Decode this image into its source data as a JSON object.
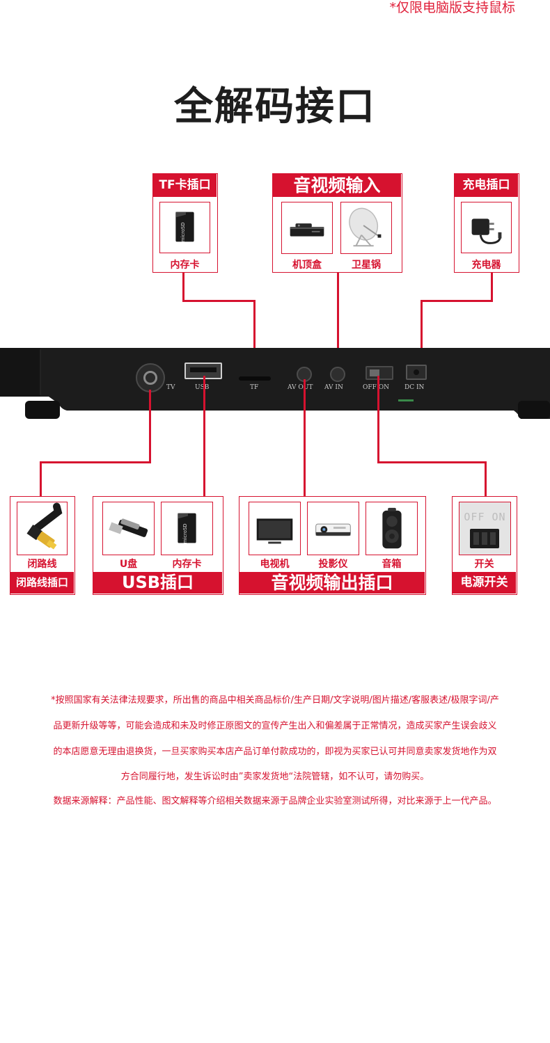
{
  "top_note": "*仅限电脑版支持鼠标",
  "title": "全解码接口",
  "top_groups": {
    "tf": {
      "header": "TF卡插口",
      "items": [
        {
          "label": "内存卡",
          "icon": "memory-card-icon"
        }
      ]
    },
    "av_in": {
      "header": "音视频输入",
      "items": [
        {
          "label": "机顶盒",
          "icon": "set-top-box-icon"
        },
        {
          "label": "卫星锅",
          "icon": "satellite-dish-icon"
        }
      ]
    },
    "charge": {
      "header": "充电插口",
      "items": [
        {
          "label": "充电器",
          "icon": "charger-icon"
        }
      ]
    }
  },
  "panel_labels": {
    "tv": "TV",
    "usb": "USB",
    "tf": "TF",
    "av_out": "AV OUT",
    "av_in": "AV IN",
    "switch": "OFF ON",
    "dc": "DC IN"
  },
  "bottom_groups": {
    "cable": {
      "header": "闭路线插口",
      "items": [
        {
          "label": "闭路线",
          "icon": "coax-cable-icon"
        }
      ]
    },
    "usb": {
      "header": "USB插口",
      "items": [
        {
          "label": "U盘",
          "icon": "usb-drive-icon"
        },
        {
          "label": "内存卡",
          "icon": "memory-card-icon"
        }
      ]
    },
    "av_out": {
      "header": "音视频输出插口",
      "items": [
        {
          "label": "电视机",
          "icon": "tv-icon"
        },
        {
          "label": "投影仪",
          "icon": "projector-icon"
        },
        {
          "label": "音箱",
          "icon": "speaker-icon"
        }
      ]
    },
    "power": {
      "header": "电源开关",
      "items": [
        {
          "label": "开关",
          "icon": "power-switch-icon"
        }
      ],
      "switch_text": "OFF ON"
    }
  },
  "legal": {
    "lines": [
      "*按照国家有关法律法规要求，所出售的商品中相关商品标价/生产日期/文字说明/图片描述/客服表述/极限字词/产",
      "品更新升级等等，可能会造成和未及时修正原图文的宣传产生出入和偏差属于正常情况，造成买家产生误会歧义",
      "的本店愿意无理由退换货，一旦买家购买本店产品订单付款成功的，即视为买家已认可并同意卖家发货地作为双",
      "方合同履行地，发生诉讼时由”卖家发货地“法院管辖，如不认可，请勿购买。",
      "数据来源解释：产品性能、图文解释等介绍相关数据来源于品牌企业实验室测试所得，对比来源于上一代产品。"
    ]
  },
  "colors": {
    "accent": "#d6122f",
    "panel": "#1c1c1c",
    "title": "#1e1e1e"
  }
}
